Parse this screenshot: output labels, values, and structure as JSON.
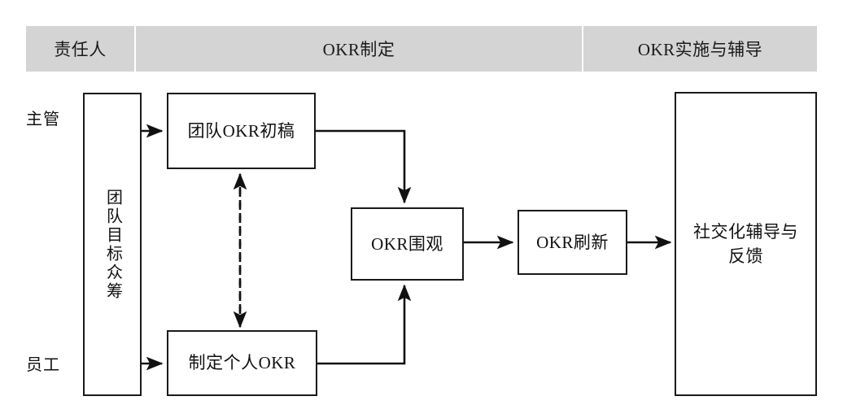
{
  "diagram": {
    "title_header": {
      "cells": [
        {
          "label": "责任人"
        },
        {
          "label": "OKR制定"
        },
        {
          "label": "OKR实施与辅导"
        }
      ]
    },
    "lanes": [
      {
        "label": "主管"
      },
      {
        "label": "员工"
      }
    ],
    "nodes": [
      {
        "id": "crowdsource",
        "label": "团队目标众筹"
      },
      {
        "id": "team-okr-draft",
        "label": "团队OKR初稿"
      },
      {
        "id": "personal-okr",
        "label": "制定个人OKR"
      },
      {
        "id": "okr-review",
        "label": "OKR围观"
      },
      {
        "id": "okr-refresh",
        "label": "OKR刷新"
      },
      {
        "id": "social-coaching",
        "label": "社交化辅导与反馈"
      }
    ],
    "colors": {
      "header_background": "#d4d4d4",
      "line": "#1a1a1a",
      "box_background": "#ffffff",
      "page_background": "#ffffff"
    }
  }
}
